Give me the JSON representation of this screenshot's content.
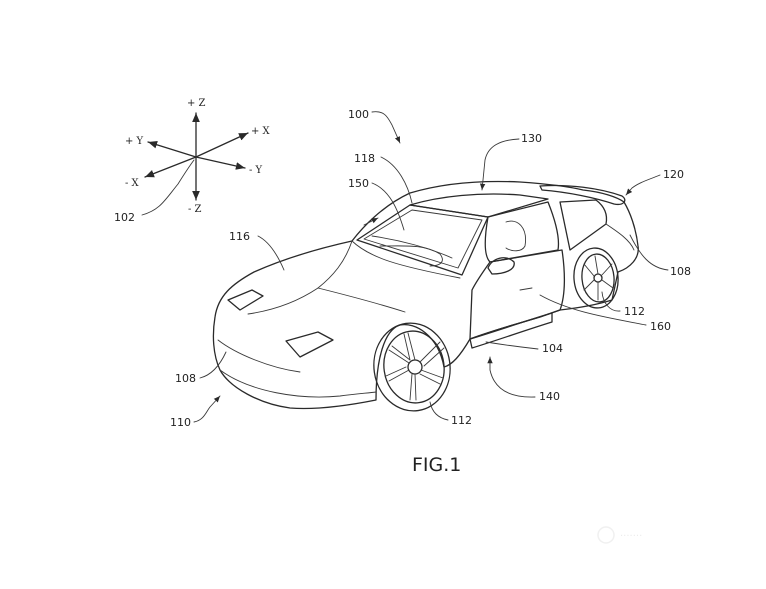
{
  "figure_caption": "FIG.1",
  "axes": {
    "plus_z": "+ Z",
    "minus_z": "- Z",
    "plus_x": "+ X",
    "minus_x": "- X",
    "plus_y": "+ Y",
    "minus_y": "- Y"
  },
  "reference_numerals": {
    "vehicle": "100",
    "axes_origin": "102",
    "side_panel": "104",
    "fender_front": "108",
    "fender_rear": "108",
    "front_end": "110",
    "wheel_front": "112",
    "wheel_rear": "112",
    "hood": "116",
    "windshield": "118",
    "spoiler": "120",
    "roof": "130",
    "underbody": "140",
    "cabin": "150",
    "door": "160"
  },
  "watermark": "·······"
}
